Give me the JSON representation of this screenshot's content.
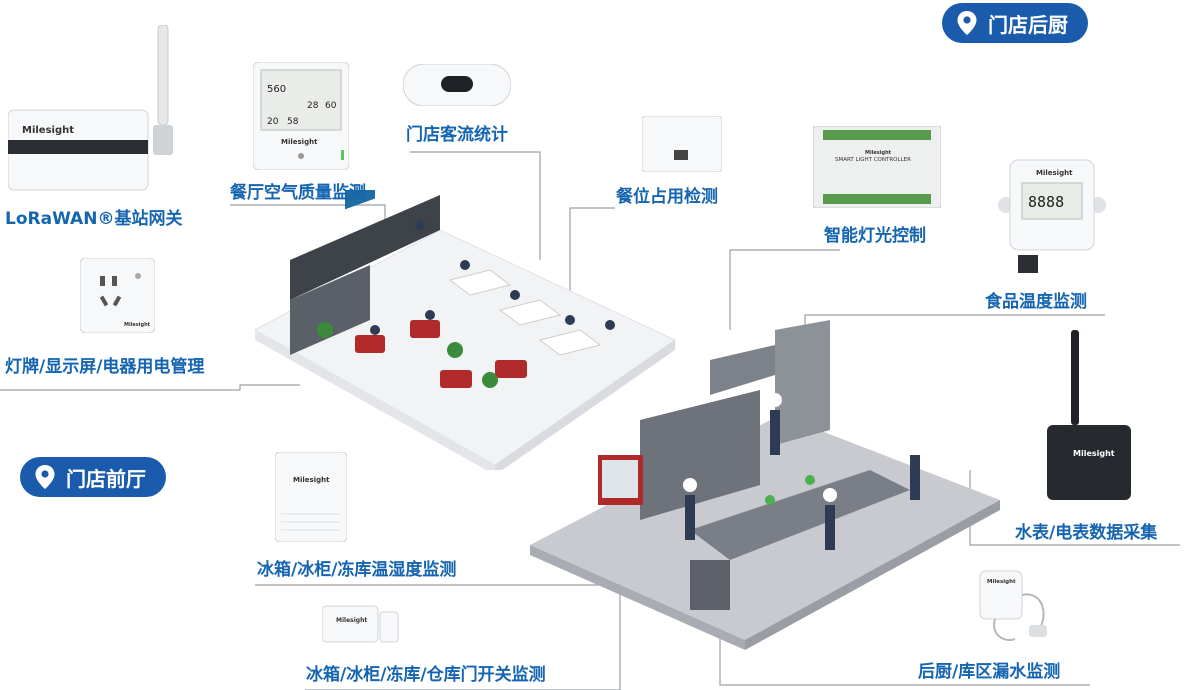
{
  "zones": {
    "kitchen": "门店后厨",
    "front": "门店前厅"
  },
  "labels": {
    "gateway": "LoRaWAN®基站网关",
    "air_quality": "餐厅空气质量监测",
    "people_counting": "门店客流统计",
    "seat_occupancy": "餐位占用检测",
    "lighting": "智能灯光控制",
    "food_temp": "食品温度监测",
    "power_mgmt": "灯牌/显示屏/电器用电管理",
    "fridge_temp": "冰箱/冰柜/冻库温湿度监测",
    "door_sensor": "冰箱/冰柜/冻库/仓库门开关监测",
    "meter": "水表/电表数据采集",
    "leak": "后厨/库区漏水监测"
  },
  "device_text": {
    "brand": "Milesight",
    "aq_co2": "560",
    "aq_temp": "20",
    "aq_hum": "58",
    "aq_pm": "28",
    "aq_pm2": "60",
    "lcd_digits": "8888",
    "controller": "SMART LIGHT CONTROLLER"
  },
  "colors": {
    "brand_blue": "#1a5bab",
    "label_blue": "#1565b0",
    "line_gray": "#9aa0a6"
  }
}
